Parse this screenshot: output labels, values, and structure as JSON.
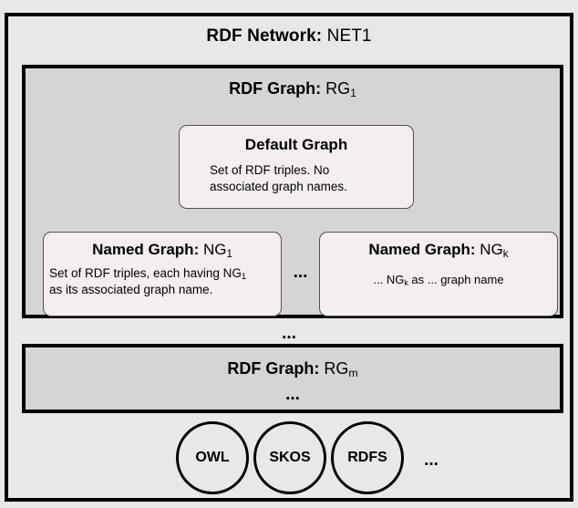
{
  "network": {
    "label": "RDF Network:",
    "name": "NET1"
  },
  "graph1": {
    "label": "RDF Graph:",
    "name_base": "RG",
    "name_sub": "1",
    "default_graph": {
      "title": "Default Graph",
      "body_line1": "Set of RDF triples. No",
      "body_line2": "associated graph names."
    },
    "named_graph_first": {
      "label": "Named Graph:",
      "name_base": "NG",
      "name_sub": "1",
      "body_line1_pre": "Set of RDF triples, each having NG",
      "body_line1_sub": "1",
      "body_line2": "as its associated graph name."
    },
    "ellipsis_between": "...",
    "named_graph_last": {
      "label": "Named Graph:",
      "name_base": "NG",
      "name_sub": "k",
      "body_pre": "... NG",
      "body_sub": "k",
      "body_post": " as ... graph name"
    }
  },
  "ellipsis_between_graphs": "...",
  "graph_m": {
    "label": "RDF Graph:",
    "name_base": "RG",
    "name_sub": "m",
    "ellipsis": "..."
  },
  "vocabularies": {
    "circles": [
      {
        "label": "OWL"
      },
      {
        "label": "SKOS"
      },
      {
        "label": "RDFS"
      }
    ],
    "ellipsis": "..."
  },
  "colors": {
    "page_background": "#e8e8e8",
    "network_background": "#e8e8e8",
    "graph_background": "#d6d5d3",
    "card_background": "#f4eeee",
    "border": "#000000",
    "card_border": "#58504f"
  }
}
